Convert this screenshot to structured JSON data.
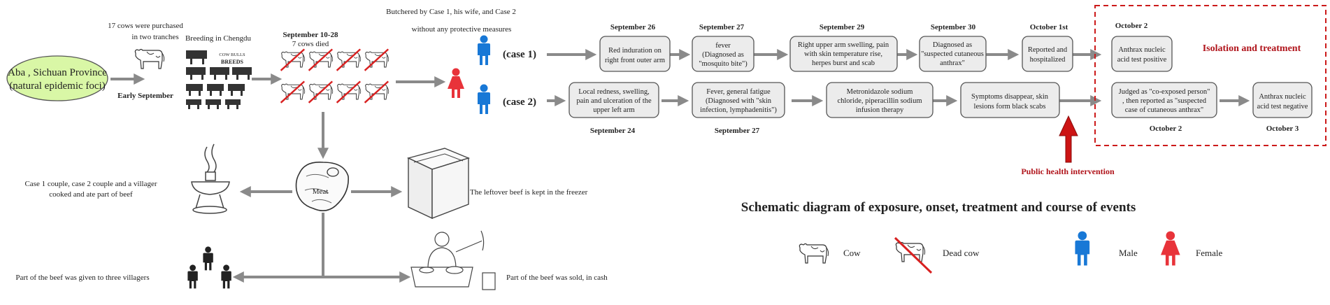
{
  "source": {
    "line1": "Aba , Sichuan Province",
    "line2": "(natural epidemic foci)",
    "color": "#d9f7a6"
  },
  "purchase": {
    "line1": "17 cows were purchased",
    "line2": "in two tranches",
    "date": "Early September",
    "breeding": "Breeding in Chengdu",
    "breeds_logo_top": "COW BULLS",
    "breeds_logo_bottom": "BREEDS"
  },
  "deaths": {
    "date": "September 10-28",
    "text": "7 cows died"
  },
  "butchered": {
    "line1": "Butchered by Case 1, his wife, and Case 2",
    "line2": "without any protective measures"
  },
  "cases": {
    "case1": "(case 1)",
    "case2": "(case 2)"
  },
  "case1_timeline": [
    {
      "date": "September 26",
      "lines": [
        "Red induration on",
        "right front outer arm"
      ]
    },
    {
      "date": "September 27",
      "lines": [
        "fever",
        "(Diagnosed as",
        "\"mosquito bite\")"
      ]
    },
    {
      "date": "September 29",
      "lines": [
        "Right upper arm swelling, pain",
        "with skin temperature rise,",
        "herpes burst and scab"
      ]
    },
    {
      "date": "September 30",
      "lines": [
        "Diagnosed as",
        "\"suspected cutaneous",
        "anthrax\""
      ]
    },
    {
      "date": "October 1st",
      "lines": [
        "Reported and",
        "hospitalized"
      ]
    },
    {
      "date": "October 2",
      "lines": [
        "Anthrax nucleic",
        "acid test positive"
      ]
    }
  ],
  "case2_timeline": [
    {
      "date": "September 24",
      "lines": [
        "Local redness, swelling,",
        "pain and ulceration of the",
        "upper left arm"
      ]
    },
    {
      "date": "September 27",
      "lines": [
        "Fever, general fatigue",
        "(Diagnosed with \"skin",
        "infection, lymphadenitis\")"
      ]
    },
    {
      "date": "",
      "lines": [
        "Metronidazole sodium",
        "chloride, piperacillin sodium",
        "infusion therapy"
      ]
    },
    {
      "date": "",
      "lines": [
        "Symptoms disappear, skin",
        "lesions form black scabs"
      ]
    },
    {
      "date": "October 2",
      "lines": [
        "Judged as \"co-exposed person\"",
        ",  then reported as \"suspected",
        "case of cutaneous anthrax\""
      ]
    },
    {
      "date": "October 3",
      "lines": [
        "Anthrax nucleic",
        "acid test negative"
      ]
    }
  ],
  "isolation": {
    "label": "Isolation and treatment",
    "color": "#cc1a1a"
  },
  "intervention": {
    "label": "Public health intervention"
  },
  "meat": {
    "label": "Meat",
    "eaten": [
      "Case 1 couple, case 2 couple and a villager",
      "cooked and ate part of beef"
    ],
    "freezer": "The leftover beef is kept in the freezer",
    "given": "Part of the beef was given to three villagers",
    "sold": "Part of the beef was sold, in cash"
  },
  "title": "Schematic diagram of exposure, onset, treatment and course of events",
  "legend": {
    "cow": "Cow",
    "dead_cow": "Dead cow",
    "male": "Male",
    "female": "Female",
    "male_color": "#1878d6",
    "female_color": "#e8333a"
  }
}
